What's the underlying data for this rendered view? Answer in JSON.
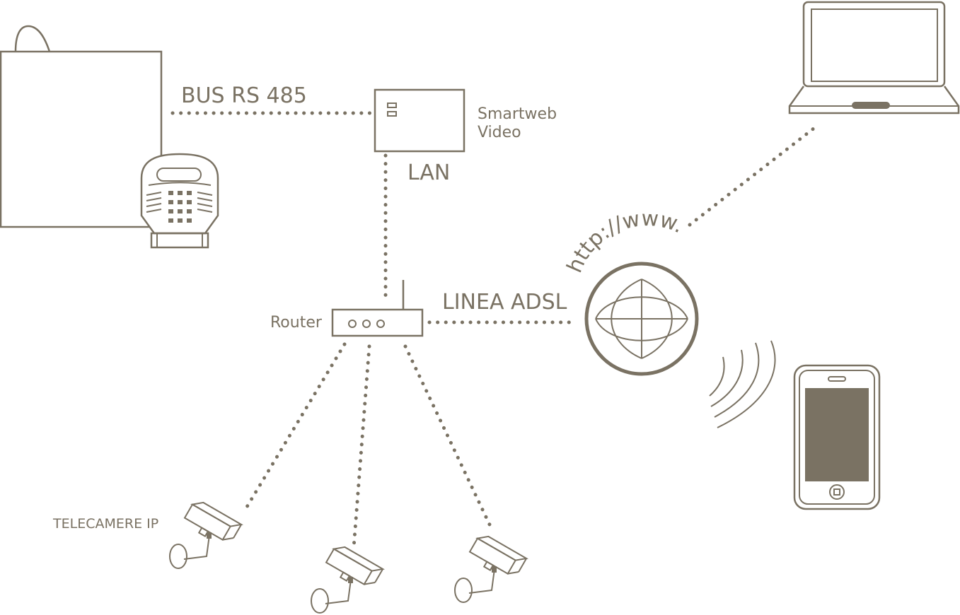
{
  "labels": {
    "bus": "BUS RS 485",
    "smartweb_line1": "Smartweb",
    "smartweb_line2": "Video",
    "lan": "LAN",
    "router": "Router",
    "adsl": "LINEA ADSL",
    "url": "http://www.",
    "cameras": "TELECAMERE IP"
  },
  "colors": {
    "line": "#7a7263",
    "background": "#ffffff"
  },
  "icons": {
    "control_panel": "control-panel-icon",
    "keypad": "keypad-icon",
    "smartweb_module": "smartweb-module-icon",
    "router": "router-icon",
    "globe": "globe-icon",
    "laptop": "laptop-icon",
    "smartphone": "smartphone-icon",
    "wireless_signal": "wireless-signal-icon",
    "ip_camera": "ip-camera-icon"
  }
}
